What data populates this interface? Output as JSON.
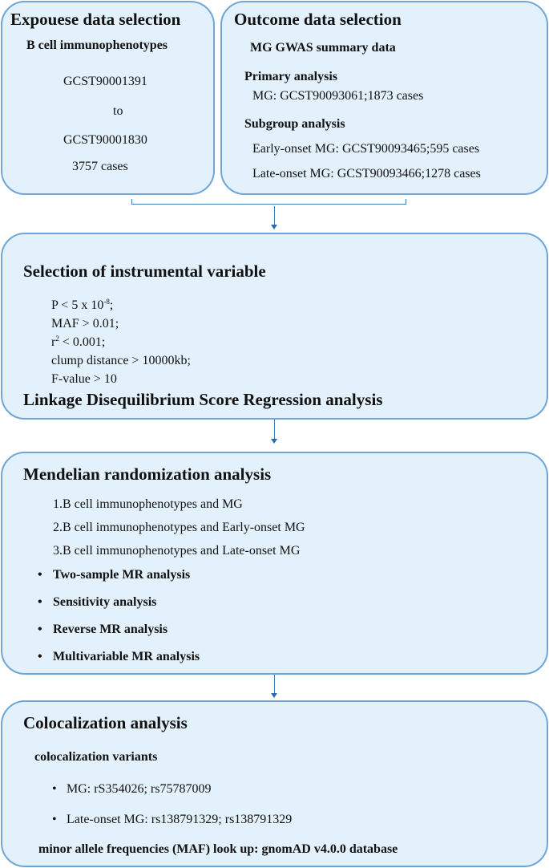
{
  "exposure": {
    "title": "Expouese data selection",
    "subtitle": "B cell immunophenotypes",
    "id_start": "GCST90001391",
    "to": "to",
    "id_end": "GCST90001830",
    "cases": "3757 cases"
  },
  "outcome": {
    "title": "Outcome data selection",
    "subtitle": "MG GWAS summary data",
    "primary_heading": "Primary analysis",
    "primary_item": "MG: GCST90093061;1873 cases",
    "subgroup_heading": "Subgroup analysis",
    "subgroup_items": [
      "Early-onset MG: GCST90093465;595 cases",
      "Late-onset MG: GCST90093466;1278 cases"
    ]
  },
  "instrumental": {
    "title": "Selection of  instrumental variable",
    "criteria": {
      "p_prefix": "P < 5 x 10",
      "p_exp": "-8",
      "p_suffix": ";",
      "maf": "MAF > 0.01;",
      "r_prefix": "r",
      "r_exp": "2",
      "r_suffix": " < 0.001;",
      "clump": "clump distance > 10000kb;",
      "fvalue": "F-value > 10"
    },
    "ldsc": "Linkage Disequilibrium Score Regression analysis"
  },
  "mr": {
    "title": "Mendelian randomization analysis",
    "numbered": [
      "1.B cell immunophenotypes and MG",
      "2.B cell immunophenotypes and Early-onset MG",
      "3.B cell immunophenotypes and Late-onset MG"
    ],
    "bullet": "•",
    "bullets": [
      "Two-sample MR analysis",
      "Sensitivity analysis",
      "Reverse MR analysis",
      "Multivariable MR analysis"
    ]
  },
  "coloc": {
    "title": "Colocalization analysis",
    "variants_heading": "colocalization variants",
    "bullet": "•",
    "variants": [
      "MG: rS354026; rs75787009",
      "Late-onset MG: rs138791329;  rs138791329"
    ],
    "maf_lookup": "minor allele frequencies (MAF) look up: gnomAD v4.0.0 database"
  },
  "colors": {
    "box_fill": "#e3f1fc",
    "box_border": "#6fa6d6",
    "connector": "#3f7fbf"
  }
}
